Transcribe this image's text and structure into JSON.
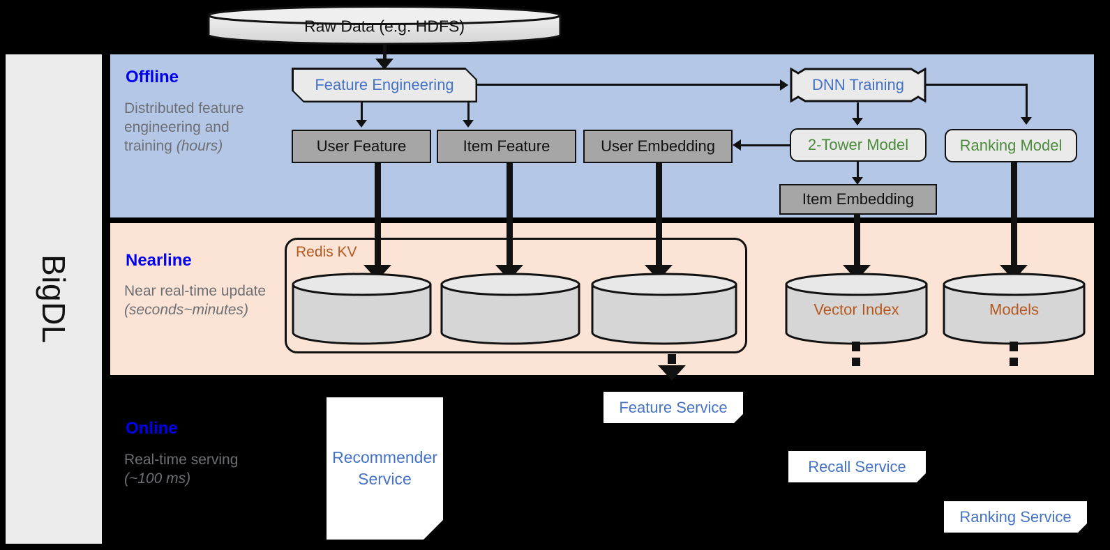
{
  "title": "BigDL Recommender System Architecture",
  "sidebar": {
    "label": "BigDL"
  },
  "colors": {
    "offline_band": "#B4C7E7",
    "nearline_band": "#FBE4D5",
    "online_band": "#000000",
    "band_title": "#0000EE",
    "band_subtitle": "#6D6F74",
    "grey_box": "#A6A6A6",
    "proc_box": "#EAEAEA",
    "blue_text": "#4472C4",
    "green_text": "#4B8B3B",
    "brown_text": "#B5581F",
    "sidebar_bg": "#ECECEC"
  },
  "top": {
    "raw_data": "Raw Data (e.g. HDFS)"
  },
  "bands": [
    {
      "id": "offline",
      "title": "Offline",
      "subtitle_plain": "Distributed feature engineering and training ",
      "subtitle_italic": "(hours)"
    },
    {
      "id": "nearline",
      "title": "Nearline",
      "subtitle_plain": "Near real-time update ",
      "subtitle_italic": "(seconds~minutes)"
    },
    {
      "id": "online",
      "title": "Online",
      "subtitle_plain": "Real-time serving ",
      "subtitle_italic": "(~100 ms)"
    }
  ],
  "offline": {
    "feature_engineering": "Feature Engineering",
    "dnn_training": "DNN Training",
    "user_feature": "User Feature",
    "item_feature": "Item Feature",
    "user_embedding": "User Embedding",
    "two_tower_model": "2-Tower Model",
    "ranking_model": "Ranking Model",
    "item_embedding": "Item Embedding"
  },
  "nearline": {
    "redis_kv": "Redis KV",
    "store_user_feature": "",
    "store_item_feature": "",
    "store_user_embedding": "",
    "vector_index": "Vector Index",
    "models": "Models"
  },
  "online": {
    "recommender_service": "Recommender Service",
    "feature_service": "Feature Service",
    "recall_service": "Recall Service",
    "ranking_service": "Ranking Service"
  }
}
